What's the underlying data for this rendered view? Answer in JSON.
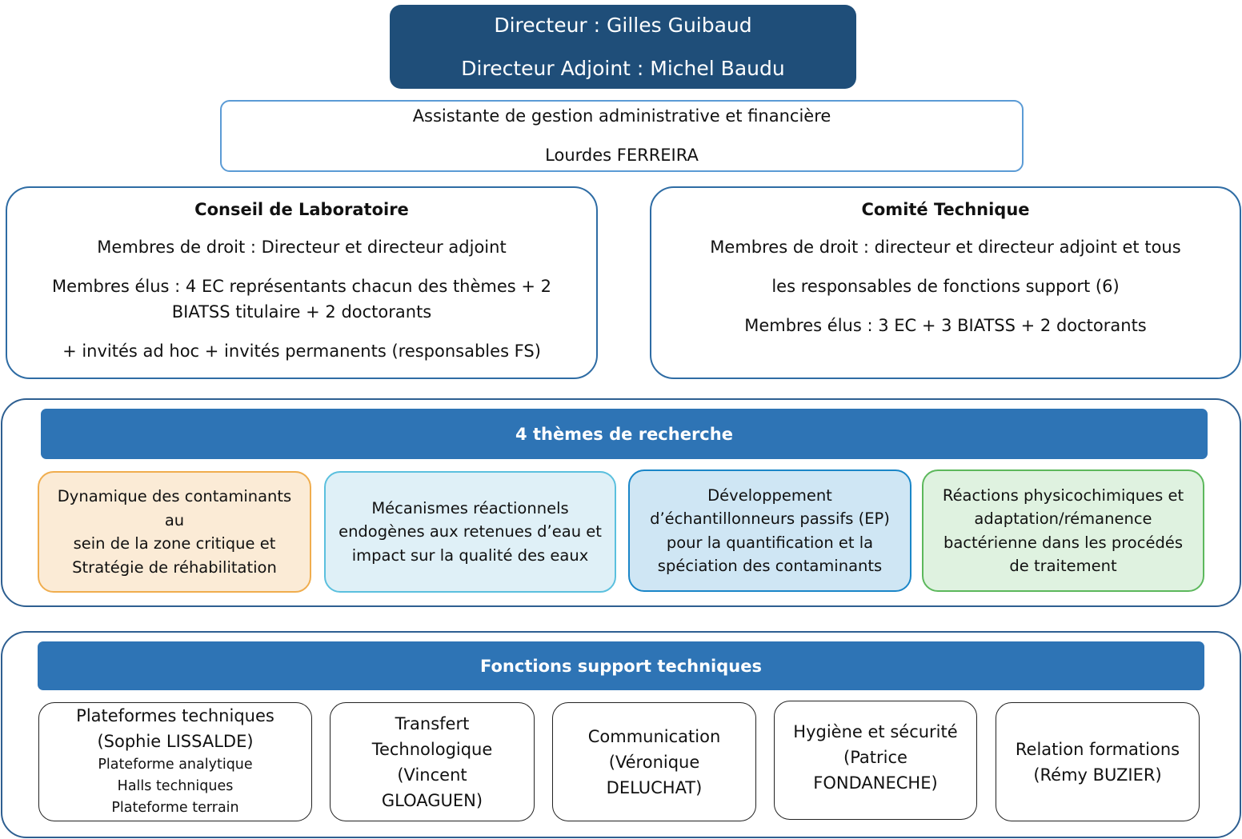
{
  "direction": {
    "director": "Directeur : Gilles Guibaud",
    "deputy_director": "Directeur Adjoint : Michel Baudu"
  },
  "assistant": {
    "role": "Assistante de gestion administrative et financière",
    "name": "Lourdes FERREIRA"
  },
  "conseil_laboratoire": {
    "title": "Conseil de Laboratoire",
    "lines": [
      "Membres de droit : Directeur et directeur adjoint",
      "Membres élus : 4 EC représentants chacun des thèmes + 2 BIATSS titulaire + 2 doctorants",
      "+ invités ad hoc + invités permanents (responsables FS)"
    ]
  },
  "comite_technique": {
    "title": "Comité Technique",
    "lines": [
      "Membres de droit : directeur et directeur adjoint et tous",
      "les responsables de fonctions support (6)",
      "Membres élus : 3 EC + 3 BIATSS + 2 doctorants"
    ]
  },
  "themes": {
    "banner": "4 thèmes de recherche",
    "items": [
      {
        "lines": [
          "Dynamique des contaminants",
          "au",
          "sein de la zone critique et",
          "Stratégie de réhabilitation"
        ],
        "color": "#f0ad4e"
      },
      {
        "lines": [
          "Mécanismes réactionnels",
          "endogènes aux retenues d’eau et",
          "impact sur la qualité des eaux"
        ],
        "color": "#5bc0de"
      },
      {
        "lines": [
          "Développement",
          "d’échantillonneurs passifs (EP)",
          "pour la quantification et la",
          "spéciation des contaminants"
        ],
        "color": "#1a86c8"
      },
      {
        "lines": [
          "Réactions physicochimiques et",
          "adaptation/rémanence",
          "bactérienne dans les procédés",
          "de traitement"
        ],
        "color": "#5cb85c"
      }
    ]
  },
  "support": {
    "banner": "Fonctions support techniques",
    "items": [
      {
        "lines": [
          "Plateformes techniques",
          "(Sophie LISSALDE)"
        ],
        "sub": [
          "Plateforme analytique",
          "Halls techniques",
          "Plateforme terrain"
        ]
      },
      {
        "lines": [
          "Transfert",
          "Technologique",
          "(Vincent",
          "GLOAGUEN)"
        ]
      },
      {
        "lines": [
          "Communication",
          "(Véronique",
          "DELUCHAT)"
        ]
      },
      {
        "lines": [
          "Hygiène et sécurité",
          "(Patrice",
          "FONDANECHE)"
        ]
      },
      {
        "lines": [
          "Relation formations",
          "(Rémy BUZIER)"
        ]
      }
    ]
  },
  "colors": {
    "director_bg": "#1f4e79",
    "banner_bg": "#2e74b5",
    "frame_border": "#2e5f91",
    "assistant_border": "#5b9bd5"
  }
}
